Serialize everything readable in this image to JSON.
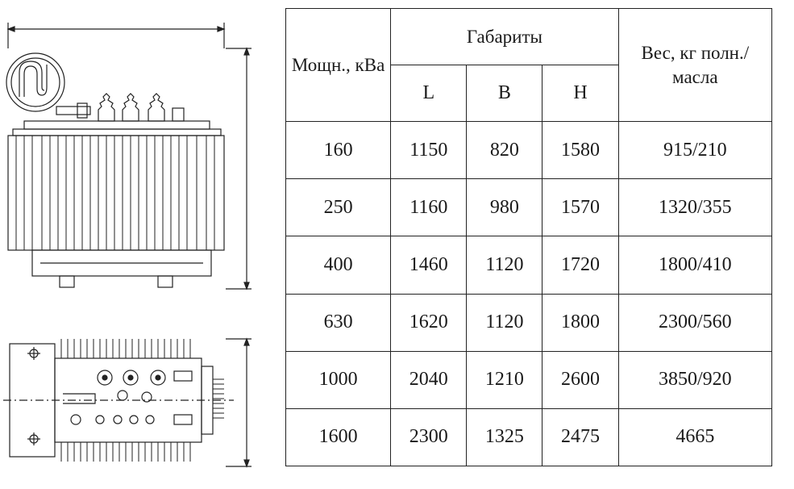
{
  "table": {
    "headers": {
      "power": "Мощн., кВа",
      "dims": "Габариты",
      "weight": "Вес, кг полн./масла",
      "dim_cols": [
        "L",
        "B",
        "H"
      ]
    },
    "rows": [
      {
        "power": "160",
        "L": "1150",
        "B": "820",
        "H": "1580",
        "weight": "915/210"
      },
      {
        "power": "250",
        "L": "1160",
        "B": "980",
        "H": "1570",
        "weight": "1320/355"
      },
      {
        "power": "400",
        "L": "1460",
        "B": "1120",
        "H": "1720",
        "weight": "1800/410"
      },
      {
        "power": "630",
        "L": "1620",
        "B": "1120",
        "H": "1800",
        "weight": "2300/560"
      },
      {
        "power": "1000",
        "L": "2040",
        "B": "1210",
        "H": "2600",
        "weight": "3850/920"
      },
      {
        "power": "1600",
        "L": "2300",
        "B": "1325",
        "H": "2475",
        "weight": "4665"
      }
    ]
  }
}
